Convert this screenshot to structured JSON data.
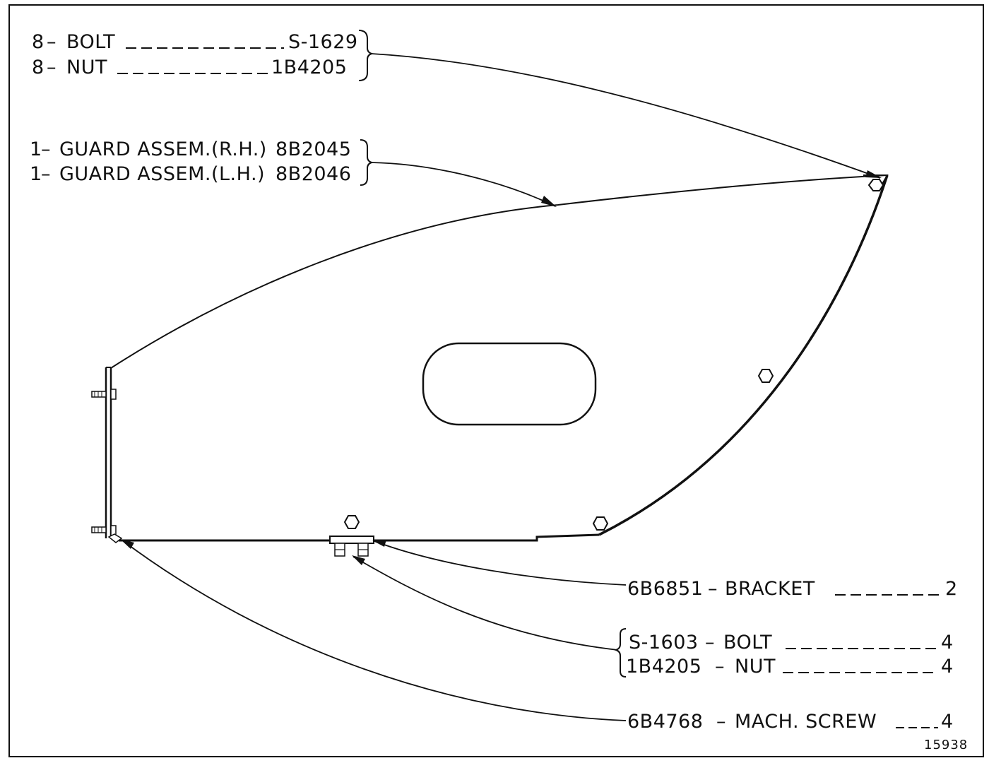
{
  "parts": {
    "bolt": {
      "qty": "8",
      "name": "BOLT",
      "number": "S-1629"
    },
    "nut": {
      "qty": "8",
      "name": "NUT",
      "number": "1B4205"
    },
    "guard_rh": {
      "qty": "1",
      "name": "GUARD ASSEM.(R.H.)",
      "number": "8B2045"
    },
    "guard_lh": {
      "qty": "1",
      "name": "GUARD ASSEM.(L.H.)",
      "number": "8B2046"
    },
    "bracket": {
      "number": "6B6851",
      "name": "BRACKET",
      "qty": "2"
    },
    "bracket_bolt": {
      "number": "S-1603",
      "name": "BOLT",
      "qty": "4"
    },
    "bracket_nut": {
      "number": "1B4205",
      "name": "NUT",
      "qty": "4"
    },
    "mach_screw": {
      "number": "6B4768",
      "name": "MACH. SCREW",
      "qty": "4"
    }
  },
  "drawing_number": "15938"
}
